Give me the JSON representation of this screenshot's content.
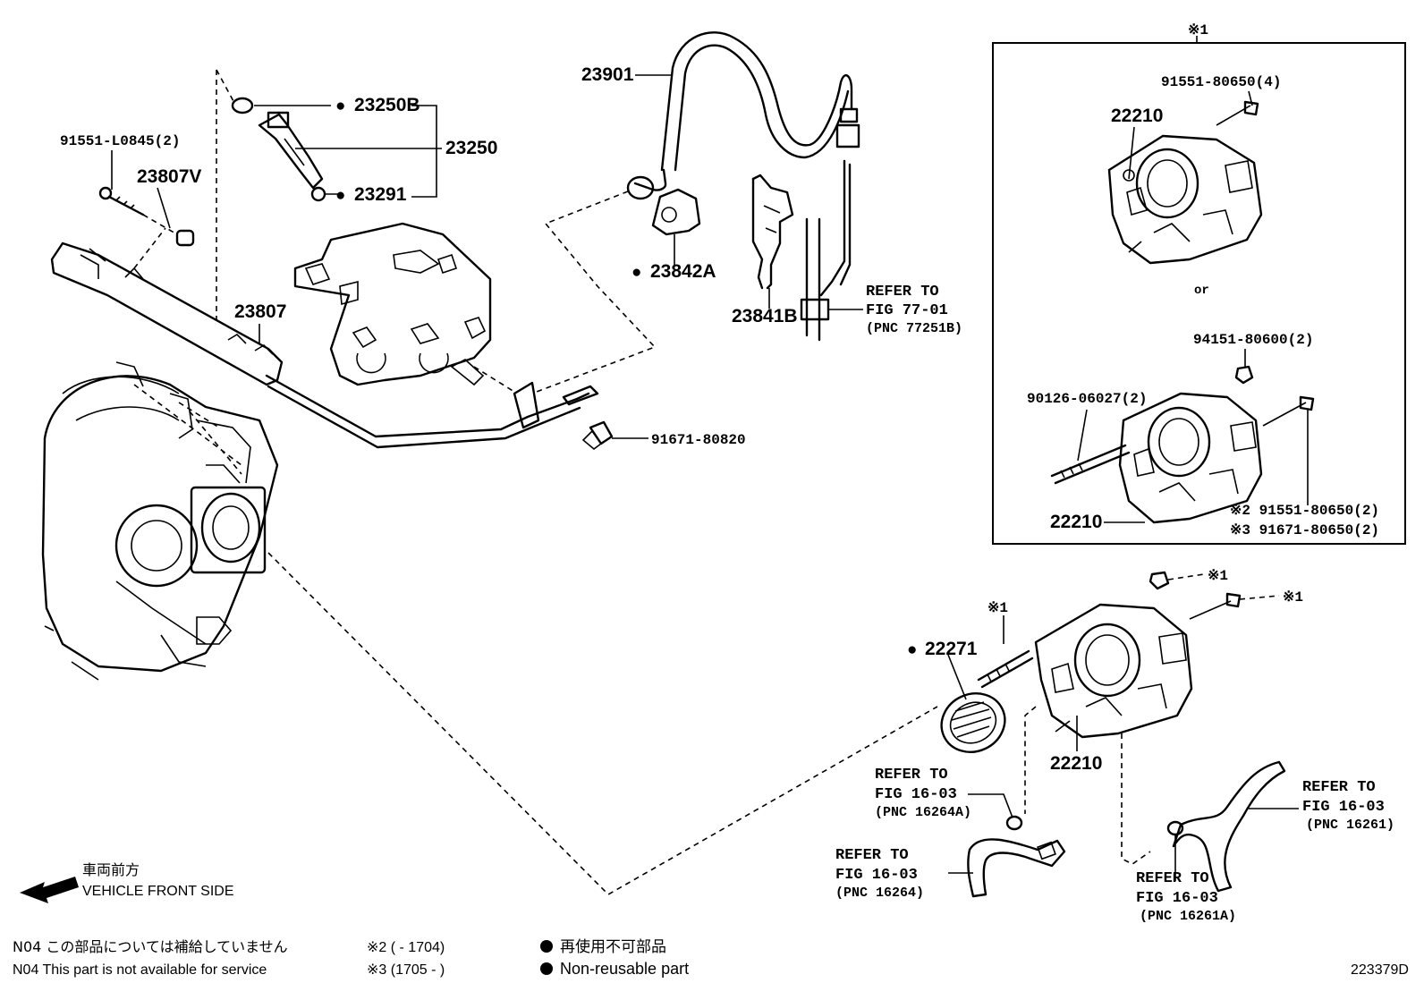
{
  "diagram": {
    "labels": {
      "p23901": "23901",
      "p23250B": "23250B",
      "p23250": "23250",
      "p23291": "23291",
      "p91551L": "91551-L0845(2)",
      "p23807V": "23807V",
      "p23807": "23807",
      "p23842A": "23842A",
      "p23841B": "23841B",
      "p91671_80820": "91671-80820",
      "ref7701_a": "REFER TO",
      "ref7701_b": "FIG 77-01",
      "ref7701_c": "(PNC 77251B)",
      "p22271": "22271",
      "p22210_main": "22210",
      "ref1603_a1": "REFER TO",
      "ref1603_a2": "FIG 16-03",
      "ref1603_a3": "(PNC 16264A)",
      "ref1603_b1": "REFER TO",
      "ref1603_b2": "FIG 16-03",
      "ref1603_b3": "(PNC 16264)",
      "ref1603_c1": "REFER TO",
      "ref1603_c2": "FIG 16-03",
      "ref1603_c3": "(PNC 16261)",
      "ref1603_d1": "REFER TO",
      "ref1603_d2": "FIG 16-03",
      "ref1603_d3": "(PNC 16261A)",
      "note1_a": "※1",
      "note1_b": "※1",
      "note1_c": "※1"
    },
    "inset": {
      "mark": "※1",
      "p91551_80650_4": "91551-80650(4)",
      "p22210_top": "22210",
      "or": "or",
      "p94151": "94151-80600(2)",
      "p90126": "90126-06027(2)",
      "p22210_bottom": "22210",
      "note2": "※2 91551-80650(2)",
      "note3": "※3 91671-80650(2)"
    },
    "direction": {
      "ja": "車両前方",
      "en": "VEHICLE FRONT SIDE"
    },
    "legend": {
      "n04_ja": "N04  この部品については補給していません",
      "n04_en": "N04  This part is not available for service",
      "note2": "※2 (        - 1704)",
      "note3": "※3 (1705  -        )",
      "nonreuse_ja": "再使用不可部品",
      "nonreuse_en": "Non-reusable part"
    },
    "figure_id": "223379D"
  }
}
